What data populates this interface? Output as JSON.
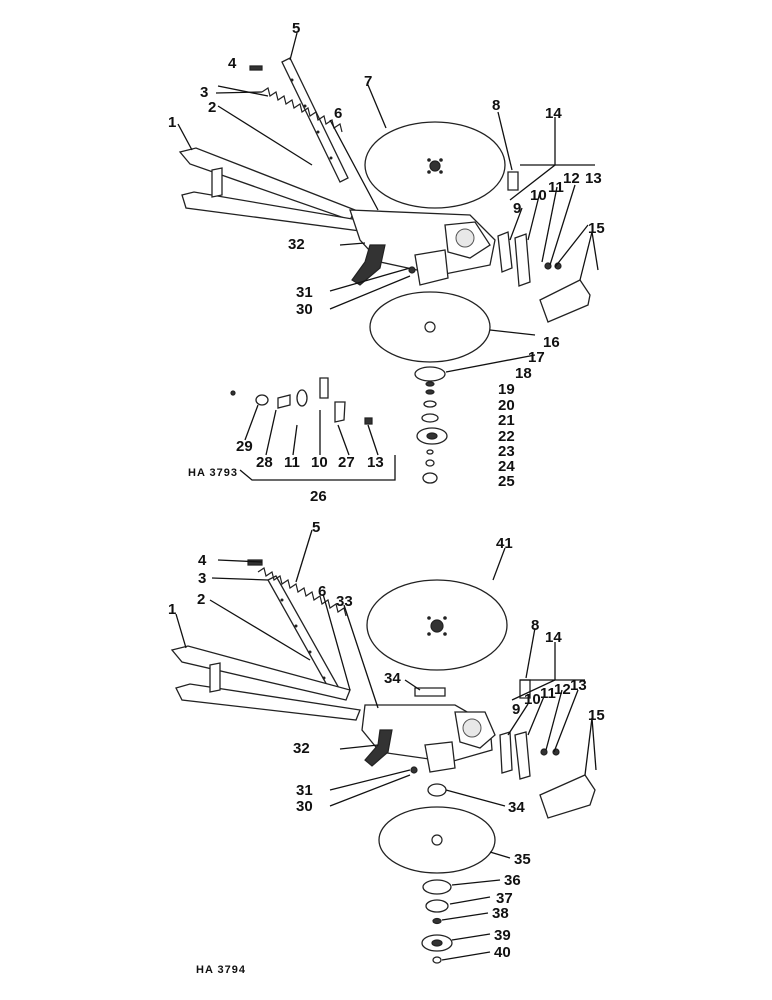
{
  "diagram": {
    "top": {
      "figure_id": "HA 3793",
      "callouts": [
        "1",
        "2",
        "3",
        "4",
        "5",
        "6",
        "7",
        "8",
        "9",
        "10",
        "11",
        "12",
        "13",
        "14",
        "15",
        "16",
        "17",
        "18",
        "19",
        "20",
        "21",
        "22",
        "23",
        "24",
        "25",
        "32",
        "31",
        "30",
        "29",
        "28",
        "11",
        "10",
        "27",
        "13",
        "26"
      ]
    },
    "bottom": {
      "figure_id": "HA 3794",
      "callouts": [
        "1",
        "2",
        "3",
        "4",
        "5",
        "6",
        "33",
        "41",
        "8",
        "14",
        "9",
        "10",
        "11",
        "12",
        "13",
        "15",
        "34",
        "32",
        "31",
        "30",
        "34",
        "35",
        "36",
        "37",
        "38",
        "39",
        "40"
      ]
    }
  }
}
